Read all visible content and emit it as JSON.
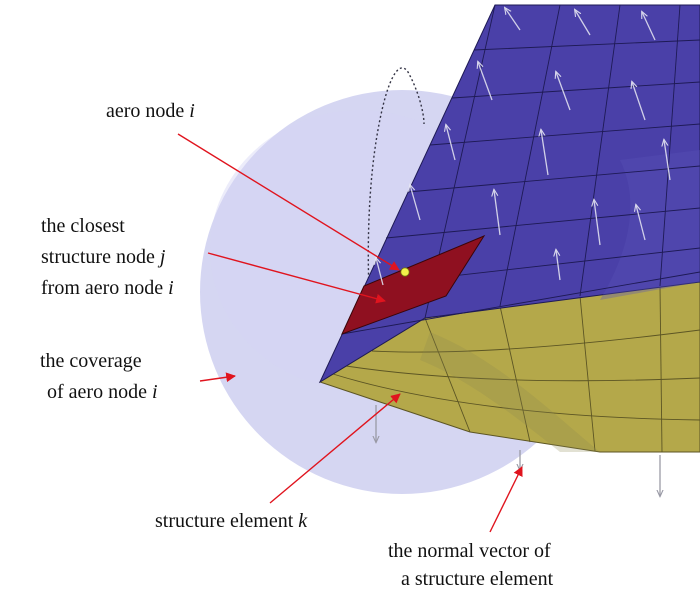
{
  "labels": {
    "aero_node": {
      "text": "aero node ",
      "var": "i"
    },
    "closest_node": {
      "line1": "the closest",
      "line2": "structure node ",
      "line2_var": "j",
      "line3": "from aero node ",
      "line3_var": "i"
    },
    "coverage": {
      "line1": "the coverage",
      "line2": "of aero node ",
      "line2_var": "i"
    },
    "structure_element": {
      "text": "structure element ",
      "var": "k"
    },
    "normal_vector": {
      "line1": "the normal vector of",
      "line2": "a structure element"
    }
  },
  "colors": {
    "upper_surface": "#4a40a8",
    "lower_surface": "#b4a84a",
    "sphere": "#c7c8ee",
    "highlight_element": "#8f1020",
    "aero_node_dot": "#f2f24a",
    "leader_lines": "#e0141e",
    "normal_vectors": "#d8d8ee"
  }
}
